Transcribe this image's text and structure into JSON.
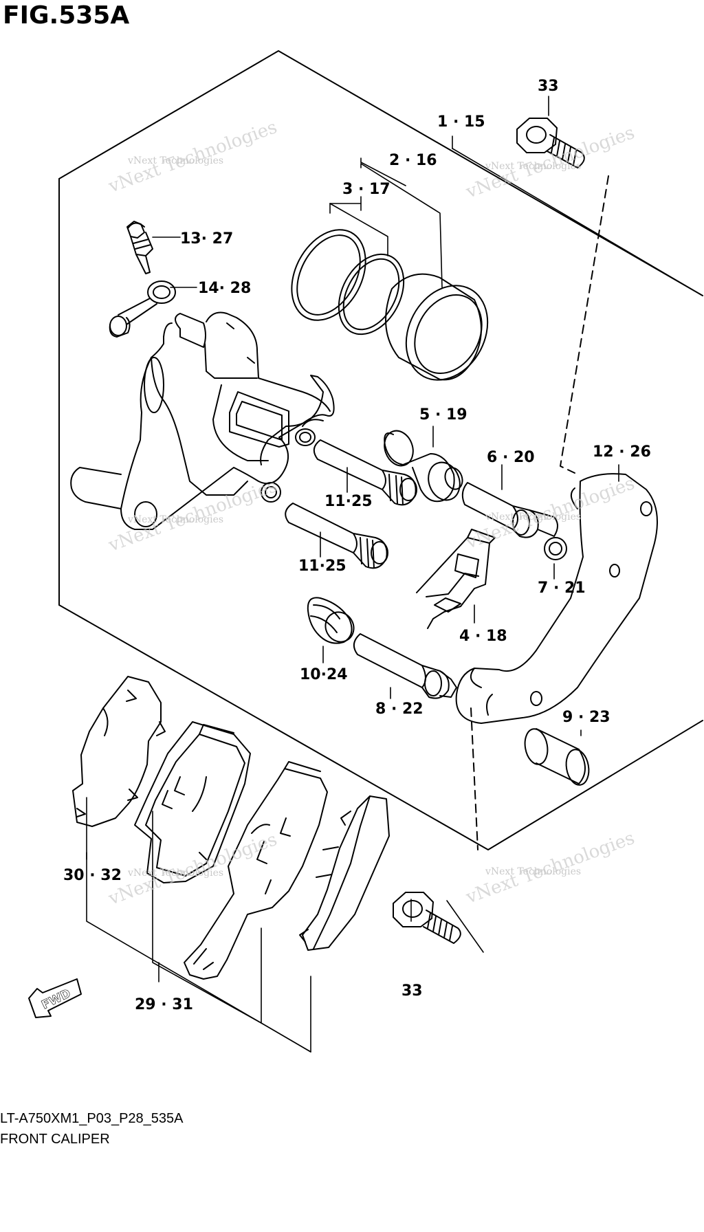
{
  "figure": {
    "title": "FIG.535A",
    "code": "LT-A750XM1_P03_P28_535A",
    "name": "FRONT CALIPER"
  },
  "watermark": {
    "line1": "vNext Technologies",
    "line2": "vNext Technologies"
  },
  "parts": [
    {
      "id": "p33a",
      "label": "33"
    },
    {
      "id": "p1",
      "label": "1 · 15"
    },
    {
      "id": "p2",
      "label": "2 · 16"
    },
    {
      "id": "p3",
      "label": "3 · 17"
    },
    {
      "id": "p13",
      "label": "13· 27"
    },
    {
      "id": "p14",
      "label": "14· 28"
    },
    {
      "id": "p5",
      "label": "5 · 19"
    },
    {
      "id": "p6",
      "label": "6 · 20"
    },
    {
      "id": "p12",
      "label": "12 · 26"
    },
    {
      "id": "p11a",
      "label": "11·25"
    },
    {
      "id": "p11b",
      "label": "11·25"
    },
    {
      "id": "p7",
      "label": "7 · 21"
    },
    {
      "id": "p4",
      "label": "4 · 18"
    },
    {
      "id": "p10",
      "label": "10·24"
    },
    {
      "id": "p8",
      "label": "8 · 22"
    },
    {
      "id": "p9",
      "label": "9 · 23"
    },
    {
      "id": "p30",
      "label": "30 · 32"
    },
    {
      "id": "p29",
      "label": "29 · 31"
    },
    {
      "id": "p33b",
      "label": "33"
    }
  ],
  "fwd_label": "FWD"
}
